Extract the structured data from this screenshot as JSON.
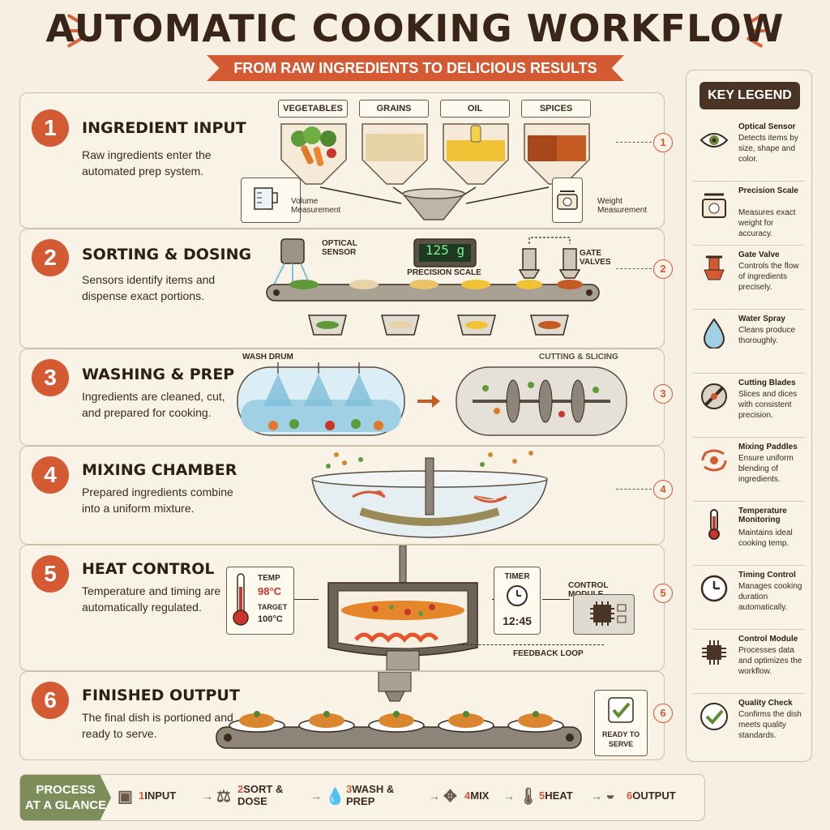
{
  "header": {
    "title": "AUTOMATIC COOKING WORKFLOW",
    "subtitle": "FROM RAW INGREDIENTS TO DELICIOUS RESULTS"
  },
  "stages": [
    {
      "number": "1",
      "title": "INGREDIENT INPUT",
      "desc": "Raw ingredients enter the automated prep system."
    },
    {
      "number": "2",
      "title": "SORTING & DOSING",
      "desc": "Sensors identify items and dispense exact portions."
    },
    {
      "number": "3",
      "title": "WASHING & PREP",
      "desc": "Ingredients are cleaned, cut, and prepared for cooking."
    },
    {
      "number": "4",
      "title": "MIXING CHAMBER",
      "desc": "Prepared ingredients combine into a uniform mixture."
    },
    {
      "number": "5",
      "title": "HEAT CONTROL",
      "desc": "Temperature and timing are automatically regulated."
    },
    {
      "number": "6",
      "title": "FINISHED OUTPUT",
      "desc": "The final dish is portioned and ready to serve."
    }
  ],
  "stage1": {
    "hoppers": [
      "VEGETABLES",
      "GRAINS",
      "OIL",
      "SPICES"
    ],
    "volume_label": "Volume Measurement",
    "weight_label": "Weight Measurement"
  },
  "stage2": {
    "optical_sensor": "OPTICAL SENSOR",
    "scale_reading": "125 g",
    "precision_scale": "PRECISION SCALE",
    "gate_valves": "GATE VALVES"
  },
  "stage3": {
    "wash_drum": "WASH DRUM",
    "cutting": "CUTTING & SLICING"
  },
  "stage5": {
    "temp_label": "TEMP",
    "temp_value": "98°C",
    "target_label": "TARGET",
    "target_value": "100°C",
    "timer_label": "TIMER",
    "timer_value": "12:45",
    "control_module": "CONTROL MODULE",
    "feedback_loop": "FEEDBACK LOOP"
  },
  "stage6": {
    "ready_label": "READY TO SERVE"
  },
  "legend": {
    "title": "KEY LEGEND",
    "items": [
      {
        "name": "Optical Sensor",
        "desc": "Detects items by size, shape and color.",
        "icon": "eye-icon"
      },
      {
        "name": "Precision Scale",
        "desc": "Measures exact weight for accuracy.",
        "icon": "scale-icon"
      },
      {
        "name": "Gate Valve",
        "desc": "Controls the flow of ingredients precisely.",
        "icon": "valve-icon"
      },
      {
        "name": "Water Spray",
        "desc": "Cleans produce thoroughly.",
        "icon": "water-drop-icon"
      },
      {
        "name": "Cutting Blades",
        "desc": "Slices and dices with consistent precision.",
        "icon": "blade-icon"
      },
      {
        "name": "Mixing Paddles",
        "desc": "Ensure uniform blending of ingredients.",
        "icon": "mixing-icon"
      },
      {
        "name": "Temperature Monitoring",
        "desc": "Maintains ideal cooking temp.",
        "icon": "thermometer-icon"
      },
      {
        "name": "Timing Control",
        "desc": "Manages cooking duration automatically.",
        "icon": "clock-icon"
      },
      {
        "name": "Control Module",
        "desc": "Processes data and optimizes the workflow.",
        "icon": "chip-icon"
      },
      {
        "name": "Quality Check",
        "desc": "Confirms the dish meets quality standards.",
        "icon": "check-icon"
      }
    ]
  },
  "glance": {
    "title_line1": "PROCESS",
    "title_line2": "AT A GLANCE",
    "steps": [
      {
        "num": "1",
        "label": "INPUT"
      },
      {
        "num": "2",
        "label": "SORT & DOSE"
      },
      {
        "num": "3",
        "label": "WASH & PREP"
      },
      {
        "num": "4",
        "label": "MIX"
      },
      {
        "num": "5",
        "label": "HEAT"
      },
      {
        "num": "6",
        "label": "OUTPUT"
      }
    ]
  },
  "colors": {
    "accent": "#d35a33",
    "dark": "#3a2618",
    "background": "#f6efe2",
    "green": "#7d8e5a"
  }
}
